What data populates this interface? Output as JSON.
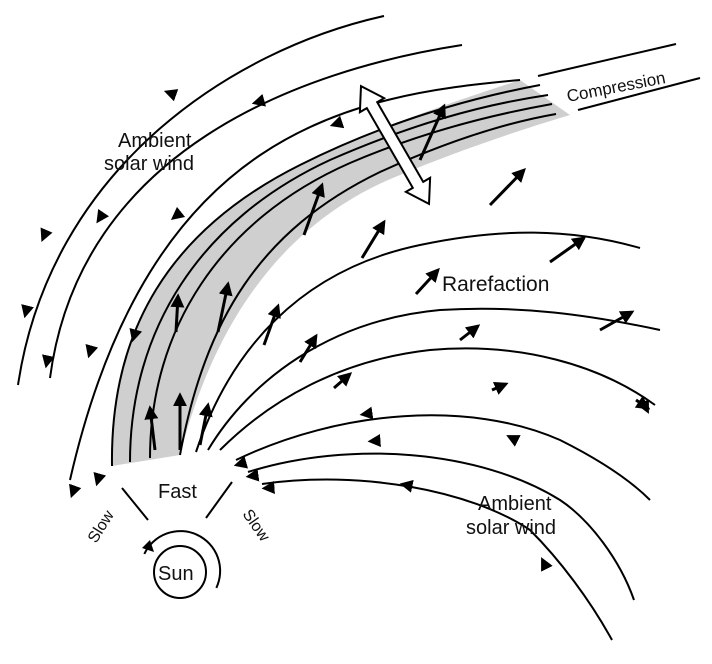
{
  "labels": {
    "compression": "Compression",
    "ambient_top_line1": "Ambient",
    "ambient_top_line2": "solar wind",
    "rarefaction": "Rarefaction",
    "fast": "Fast",
    "slow_left": "Slow",
    "slow_right": "Slow",
    "sun": "Sun",
    "ambient_bottom_line1": "Ambient",
    "ambient_bottom_line2": "solar wind"
  },
  "colors": {
    "compression_band": "#cfcfcf",
    "lines": "#000000",
    "background": "#ffffff"
  }
}
